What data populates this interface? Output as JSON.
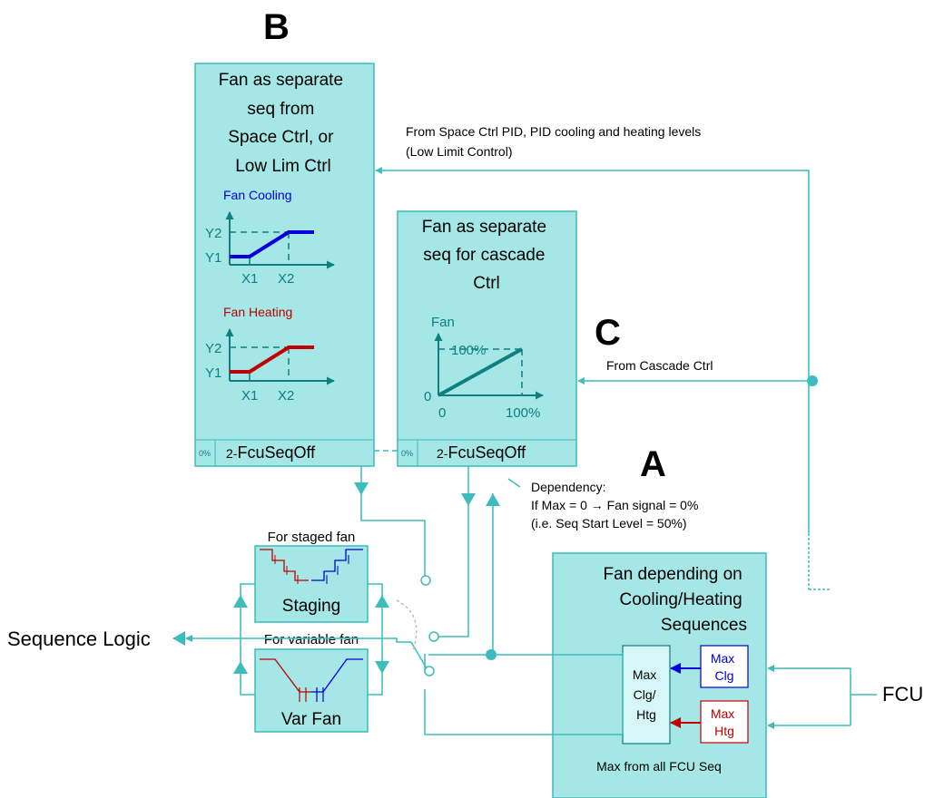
{
  "colors": {
    "box_fill": "#a5e6e6",
    "box_stroke": "#3cbcbc",
    "line": "#3cbcbc",
    "teal_dark": "#0f7f7f",
    "cooling": "#0000dd",
    "heating": "#c00000",
    "text": "#000000"
  },
  "letters": {
    "a": "A",
    "b": "B",
    "c": "C"
  },
  "box_b": {
    "title_lines": [
      "Fan as separate",
      "seq from",
      "Space Ctrl, or",
      "Low Lim Ctrl"
    ],
    "cooling_label": "Fan Cooling",
    "heating_label": "Fan Heating",
    "y1": "Y1",
    "y2": "Y2",
    "x1": "X1",
    "x2": "X2",
    "footer_pct": "0%",
    "footer_label_prefix": "2-",
    "footer_label": "FcuSeqOff"
  },
  "box_c": {
    "title_lines": [
      "Fan as separate",
      "seq for cascade",
      "Ctrl"
    ],
    "y_label": "Fan",
    "y_max": "100%",
    "origin_y": "0",
    "origin_x": "0",
    "x_max": "100%",
    "footer_pct": "0%",
    "footer_label_prefix": "2-",
    "footer_label": "FcuSeqOff"
  },
  "box_a": {
    "title_lines": [
      "Fan depending on",
      "Cooling/Heating",
      "Sequences"
    ],
    "max_lines": [
      "Max",
      "Clg/",
      "Htg"
    ],
    "max_clg_lines": [
      "Max",
      "Clg"
    ],
    "max_htg_lines": [
      "Max",
      "Htg"
    ],
    "footer": "Max from all FCU Seq"
  },
  "staging": {
    "caption": "For staged fan",
    "label": "Staging"
  },
  "varfan": {
    "caption": "For variable fan",
    "label": "Var Fan"
  },
  "annotations": {
    "space_ctrl_1": "From Space Ctrl PID, PID cooling and heating levels",
    "space_ctrl_2": "(Low Limit Control)",
    "cascade": "From Cascade Ctrl",
    "dependency_1": "Dependency:",
    "dependency_2": "If Max = 0 → Fan signal = 0%",
    "dependency_3": "(i.e. Seq Start Level = 50%)"
  },
  "labels": {
    "sequence_logic": "Sequence Logic",
    "fcu": "FCU"
  }
}
